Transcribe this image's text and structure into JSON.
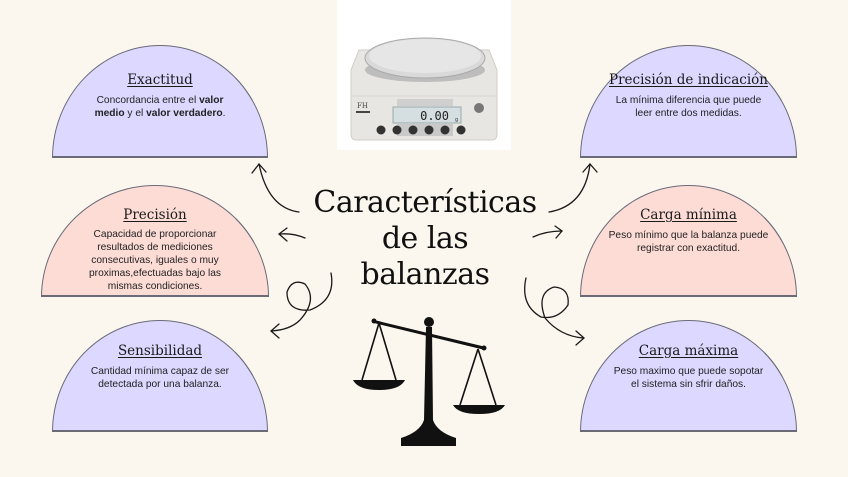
{
  "title": {
    "line1": "Características",
    "line2": "de las",
    "line3": "balanzas"
  },
  "cards": {
    "exactitud": {
      "heading": "Exactitud",
      "text_parts": [
        "Concordancia entre el ",
        "valor medio",
        " y el ",
        "valor verdadero",
        "."
      ],
      "color": "#ddd8ff"
    },
    "precision": {
      "heading": "Precisión",
      "text": "Capacidad de proporcionar resultados de mediciones consecutivas, iguales o muy proximas,efectuadas bajo las mismas condiciones.",
      "color": "#fddcd6"
    },
    "sensibilidad": {
      "heading": "Sensibilidad",
      "text": "Cantidad mínima capaz de ser detectada por una balanza.",
      "color": "#ddd8ff"
    },
    "precision_indicacion": {
      "heading": "Precisión de indicación",
      "text": "La mínima diferencia que puede leer entre dos medidas.",
      "color": "#ddd8ff"
    },
    "carga_minima": {
      "heading": "Carga mínima",
      "text": "Peso mínimo que la balanza puede registrar con exactitud.",
      "color": "#fddcd6"
    },
    "carga_maxima": {
      "heading": "Carga máxima",
      "text": "Peso maximo que puede sopotar  el sistema sin sfrir daños.",
      "color": "#ddd8ff"
    }
  },
  "photo": {
    "display_value": "0.00",
    "unit": "g",
    "brand": "FH"
  },
  "icons": [
    "digital-balance-photo",
    "scale-of-justice-icon",
    "curved-arrow-icon",
    "loop-arrow-icon"
  ]
}
